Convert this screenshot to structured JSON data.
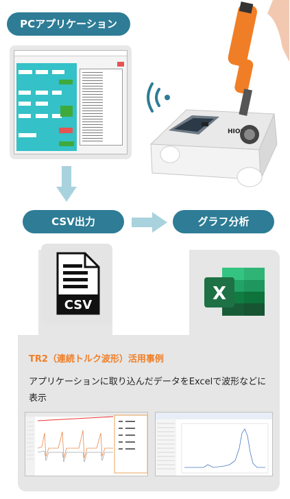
{
  "labels": {
    "pc_application": "PCアプリケーション",
    "csv_output": "CSV出力",
    "graph_analysis": "グラフ分析",
    "case_title": "TR2（連続トルク波形）活用事例",
    "case_description": "アプリケーションに取り込んだデータをExcelで波形などに表示",
    "csv_icon_text": "CSV",
    "excel_icon_text": "X",
    "device_brand": "HIOS"
  },
  "colors": {
    "pill_bg": "#2e7c96",
    "accent_orange": "#f07e26",
    "excel_green": "#1e7145",
    "app_teal": "#34c1c7"
  },
  "icons": [
    "arrow-down-icon",
    "arrow-right-icon",
    "wifi-signal-icon",
    "csv-file-icon",
    "excel-icon"
  ]
}
